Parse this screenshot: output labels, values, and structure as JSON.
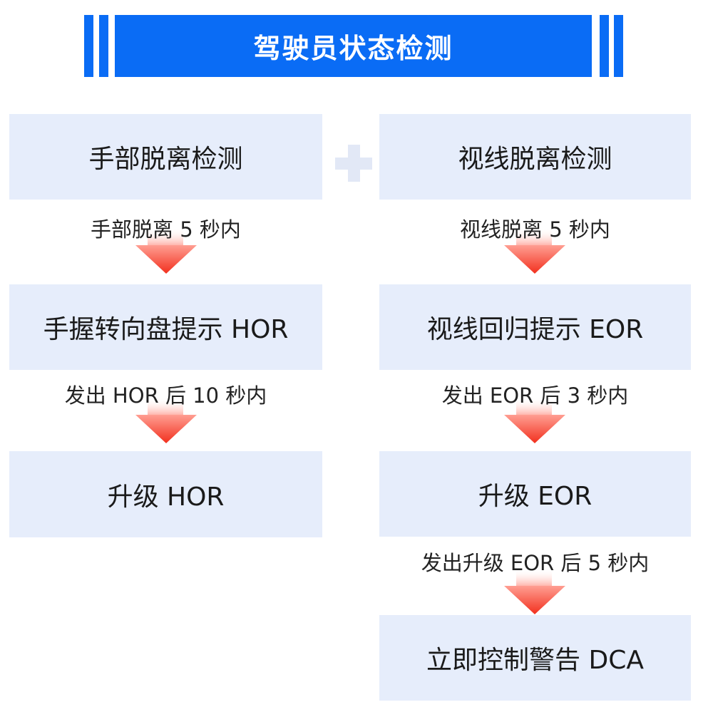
{
  "header": {
    "title": "驾驶员状态检测",
    "color": "#0a6cf5"
  },
  "connector": {
    "icon": "plus-icon",
    "color": "#e2e8f6"
  },
  "left_column": {
    "boxes": [
      {
        "label": "手部脱离检测"
      },
      {
        "label": "手握转向盘提示 HOR"
      },
      {
        "label": "升级 HOR"
      }
    ],
    "transitions": [
      {
        "label": "手部脱离 5 秒内"
      },
      {
        "label": "发出 HOR 后 10 秒内"
      }
    ]
  },
  "right_column": {
    "boxes": [
      {
        "label": "视线脱离检测"
      },
      {
        "label": "视线回归提示 EOR"
      },
      {
        "label": "升级 EOR"
      },
      {
        "label": "立即控制警告 DCA"
      }
    ],
    "transitions": [
      {
        "label": "视线脱离 5 秒内"
      },
      {
        "label": "发出 EOR 后 3 秒内"
      },
      {
        "label": "发出升级 EOR 后 5 秒内"
      }
    ]
  },
  "colors": {
    "box_fill": "#e6edfb",
    "arrow_top": "#ffb3aa",
    "arrow_bottom": "#f2301e"
  }
}
